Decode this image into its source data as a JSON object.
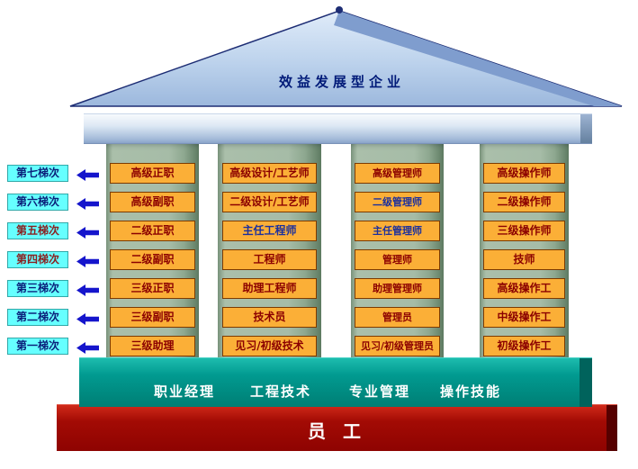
{
  "roof": {
    "title": "效益发展型企业"
  },
  "tiers": [
    {
      "label": "第七梯次",
      "style": "color:#0a1f7a"
    },
    {
      "label": "第六梯次",
      "style": "color:#0a1f7a"
    },
    {
      "label": "第五梯次",
      "style": "color:#8a2121"
    },
    {
      "label": "第四梯次",
      "style": "color:#8a2121"
    },
    {
      "label": "第三梯次",
      "style": "color:#0a1f7a"
    },
    {
      "label": "第二梯次",
      "style": "color:#0a1f7a"
    },
    {
      "label": "第一梯次",
      "style": "color:#0a1f7a"
    }
  ],
  "pillars": [
    {
      "category": "职业经理",
      "levels": [
        {
          "t": "高级正职"
        },
        {
          "t": "高级副职"
        },
        {
          "t": "二级正职"
        },
        {
          "t": "二级副职"
        },
        {
          "t": "三级正职"
        },
        {
          "t": "三级副职"
        },
        {
          "t": "三级助理"
        }
      ]
    },
    {
      "category": "工程技术",
      "levels": [
        {
          "t": "高级设计/工艺师"
        },
        {
          "t": "二级设计/工艺师"
        },
        {
          "t": "主任工程师",
          "s": "color:#1a2f9e"
        },
        {
          "t": "工程师"
        },
        {
          "t": "助理工程师"
        },
        {
          "t": "技术员"
        },
        {
          "t": "见习/初级技术"
        }
      ]
    },
    {
      "category": "专业管理",
      "levels": [
        {
          "t": "高级管理师"
        },
        {
          "t": "二级管理师",
          "s": "color:#1a2f9e"
        },
        {
          "t": "主任管理师",
          "s": "color:#1a2f9e"
        },
        {
          "t": "管理师"
        },
        {
          "t": "助理管理师"
        },
        {
          "t": "管理员"
        },
        {
          "t": "见习/初级管理员"
        }
      ]
    },
    {
      "category": "操作技能",
      "levels": [
        {
          "t": "高级操作师"
        },
        {
          "t": "二级操作师"
        },
        {
          "t": "三级操作师"
        },
        {
          "t": "技师"
        },
        {
          "t": "高级操作工"
        },
        {
          "t": "中级操作工"
        },
        {
          "t": "初级操作工"
        }
      ]
    }
  ],
  "base": {
    "label": "员  工"
  },
  "colors": {
    "roof_blue": "#bcd2ec",
    "title_navy": "#001a78",
    "pillar_green": "#a6bca7",
    "level_orange": "#fbaf37",
    "level_text_red": "#8b0000",
    "level_text_blue": "#1a2f9e",
    "tier_cyan": "#66ffff",
    "arrow_blue": "#1515cc",
    "platform_teal": "#019a90",
    "base_red": "#9c0404"
  }
}
